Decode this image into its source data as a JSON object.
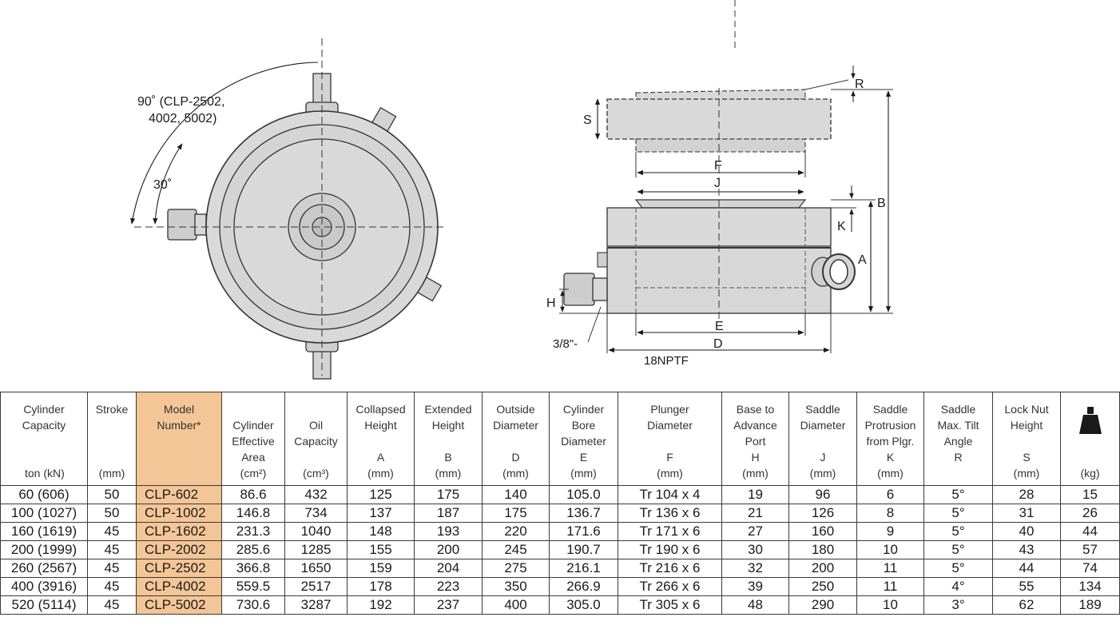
{
  "drawing": {
    "angle_90_line1": "90˚ (CLP-2502,",
    "angle_90_line2": "4002, 5002)",
    "angle_30": "30˚",
    "label_r": "R",
    "label_s": "S",
    "label_f": "F",
    "label_j": "J",
    "label_b": "B",
    "label_k": "K",
    "label_a": "A",
    "label_h": "H",
    "label_e": "E",
    "label_d": "D",
    "port_line1": "3/8\"-",
    "port_line2": "18NPTF"
  },
  "table": {
    "columns": [
      {
        "header": "Cylinder\nCapacity",
        "unit": "ton (kN)",
        "unit_left": true
      },
      {
        "header": "Stroke",
        "unit": "(mm)"
      },
      {
        "header": "Model\nNumber*",
        "unit": "",
        "highlight": true
      },
      {
        "header": "\nCylinder\nEffective\nArea",
        "unit": "(cm²)"
      },
      {
        "header": "\nOil\nCapacity",
        "unit": "(cm³)"
      },
      {
        "header": "Collapsed\nHeight\n\nA",
        "unit": "(mm)"
      },
      {
        "header": "Extended\nHeight\n\nB",
        "unit": "(mm)"
      },
      {
        "header": "Outside\nDiameter\n\nD",
        "unit": "(mm)"
      },
      {
        "header": "Cylinder\nBore\nDiameter\nE",
        "unit": "(mm)"
      },
      {
        "header": "Plunger\nDiameter\n\nF",
        "unit": "(mm)"
      },
      {
        "header": "Base to\nAdvance\nPort\nH",
        "unit": "(mm)"
      },
      {
        "header": "Saddle\nDiameter\n\nJ",
        "unit": "(mm)"
      },
      {
        "header": "Saddle\nProtrusion\nfrom Plgr.\nK",
        "unit": "(mm)"
      },
      {
        "header": "Saddle\nMax. Tilt\nAngle\nR",
        "unit": ""
      },
      {
        "header": "Lock Nut\nHeight\n\nS",
        "unit": "(mm)"
      },
      {
        "header": "",
        "unit": "(kg)",
        "icon": "weight-icon"
      }
    ],
    "rows": [
      [
        "60 (606)",
        "50",
        "CLP-602",
        "86.6",
        "432",
        "125",
        "175",
        "140",
        "105.0",
        "Tr 104 x 4",
        "19",
        "96",
        "6",
        "5°",
        "28",
        "15"
      ],
      [
        "100 (1027)",
        "50",
        "CLP-1002",
        "146.8",
        "734",
        "137",
        "187",
        "175",
        "136.7",
        "Tr 136 x 6",
        "21",
        "126",
        "8",
        "5°",
        "31",
        "26"
      ],
      [
        "160 (1619)",
        "45",
        "CLP-1602",
        "231.3",
        "1040",
        "148",
        "193",
        "220",
        "171.6",
        "Tr 171 x 6",
        "27",
        "160",
        "9",
        "5°",
        "40",
        "44"
      ],
      [
        "200 (1999)",
        "45",
        "CLP-2002",
        "285.6",
        "1285",
        "155",
        "200",
        "245",
        "190.7",
        "Tr 190 x 6",
        "30",
        "180",
        "10",
        "5°",
        "43",
        "57"
      ],
      [
        "260 (2567)",
        "45",
        "CLP-2502",
        "366.8",
        "1650",
        "159",
        "204",
        "275",
        "216.1",
        "Tr 216 x 6",
        "32",
        "200",
        "11",
        "5°",
        "44",
        "74"
      ],
      [
        "400 (3916)",
        "45",
        "CLP-4002",
        "559.5",
        "2517",
        "178",
        "223",
        "350",
        "266.9",
        "Tr 266 x 6",
        "39",
        "250",
        "11",
        "4°",
        "55",
        "134"
      ],
      [
        "520 (5114)",
        "45",
        "CLP-5002",
        "730.6",
        "3287",
        "192",
        "237",
        "400",
        "305.0",
        "Tr 305 x 6",
        "48",
        "290",
        "10",
        "3°",
        "62",
        "189"
      ]
    ],
    "colors": {
      "highlight": "#f4c596",
      "border": "#3a3a3a"
    }
  }
}
